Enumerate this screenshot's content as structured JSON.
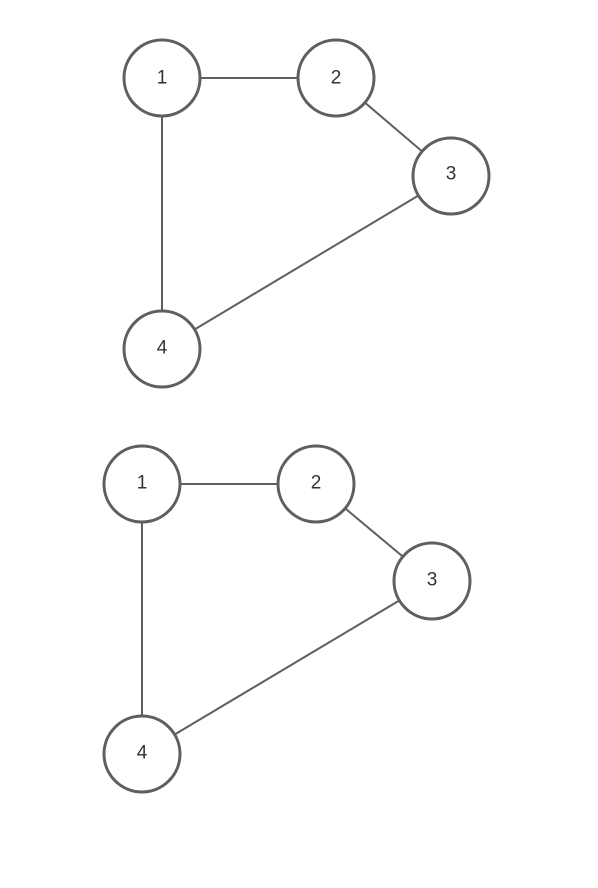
{
  "colors": {
    "stroke": "#5f5f5f",
    "text": "#333333",
    "background": "#ffffff"
  },
  "graphs": [
    {
      "nodes": [
        {
          "id": "1",
          "label": "1"
        },
        {
          "id": "2",
          "label": "2"
        },
        {
          "id": "3",
          "label": "3"
        },
        {
          "id": "4",
          "label": "4"
        }
      ],
      "edges": [
        [
          "1",
          "2"
        ],
        [
          "2",
          "3"
        ],
        [
          "3",
          "4"
        ],
        [
          "1",
          "4"
        ]
      ]
    },
    {
      "nodes": [
        {
          "id": "1",
          "label": "1"
        },
        {
          "id": "2",
          "label": "2"
        },
        {
          "id": "3",
          "label": "3"
        },
        {
          "id": "4",
          "label": "4"
        }
      ],
      "edges": [
        [
          "1",
          "2"
        ],
        [
          "2",
          "3"
        ],
        [
          "3",
          "4"
        ],
        [
          "1",
          "4"
        ]
      ]
    }
  ]
}
